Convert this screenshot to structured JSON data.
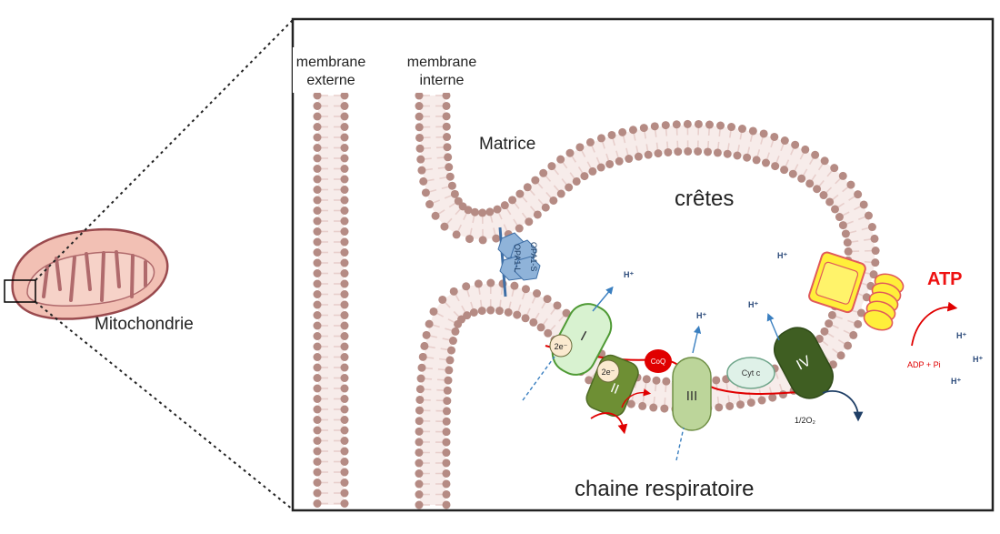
{
  "labels": {
    "outer_membrane_line1": "membrane",
    "outer_membrane_line2": "externe",
    "inner_membrane_line1": "membrane",
    "inner_membrane_line2": "interne",
    "matrix": "Matrice",
    "cristae": "crêtes",
    "mitochondria": "Mitochondrie",
    "respiratory_chain": "chaine respiratoire",
    "atp": "ATP",
    "adp_pi": "ADP + Pi",
    "half_o2": "1/2O₂",
    "opa1_l": "OPA1-L",
    "opa1_s": "OPA1-S",
    "cyt_c": "Cyt c",
    "coq": "CoQ",
    "e2_a": "2e⁻",
    "e2_b": "2e⁻",
    "proton": "H⁺"
  },
  "complexes": [
    {
      "id": "complex-1",
      "label": "I"
    },
    {
      "id": "complex-2",
      "label": "II"
    },
    {
      "id": "complex-3",
      "label": "III"
    },
    {
      "id": "complex-4",
      "label": "IV"
    }
  ],
  "colors": {
    "lipid_head": "#b58b84",
    "lipid_tail": "#e8cfcc",
    "mito_fill": "#f2c0b4",
    "mito_stroke": "#9a4a4e",
    "complex1_fill": "#d8f2d0",
    "complex1_stroke": "#4f9a35",
    "complex2_fill": "#6e8f34",
    "complex3_fill": "#bcd59a",
    "complex4_fill": "#3f5e22",
    "coq_fill": "#e00000",
    "atp_fill": "#ffef3a",
    "atp_stroke": "#e05a5a",
    "proton_arrow": "#3a7fc0",
    "proton_text": "#2b4a7a",
    "electron_path": "#e00000",
    "atp_text": "#ee1111",
    "opa1": "#3f6fa6"
  }
}
